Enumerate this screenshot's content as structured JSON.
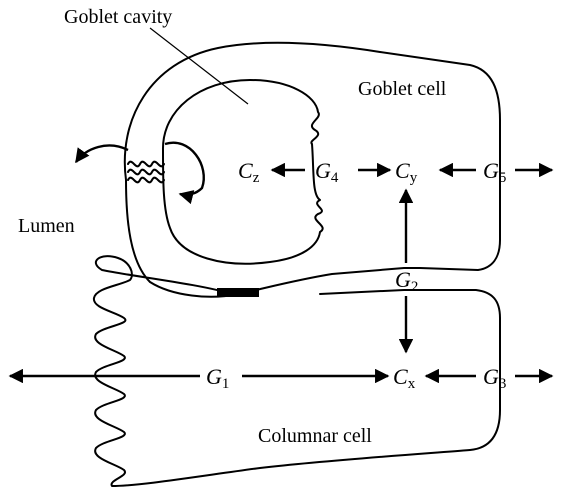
{
  "labels": {
    "goblet_cavity": "Goblet cavity",
    "goblet_cell": "Goblet cell",
    "lumen": "Lumen",
    "columnar_cell": "Columnar cell"
  },
  "compartments": {
    "cz": {
      "base": "C",
      "sub": "z"
    },
    "cy": {
      "base": "C",
      "sub": "y"
    },
    "cx": {
      "base": "C",
      "sub": "x"
    }
  },
  "rates": {
    "g1": {
      "base": "G",
      "sub": "1"
    },
    "g2": {
      "base": "G",
      "sub": "2"
    },
    "g3": {
      "base": "G",
      "sub": "3"
    },
    "g4": {
      "base": "G",
      "sub": "4"
    },
    "g5": {
      "base": "G",
      "sub": "5"
    }
  }
}
